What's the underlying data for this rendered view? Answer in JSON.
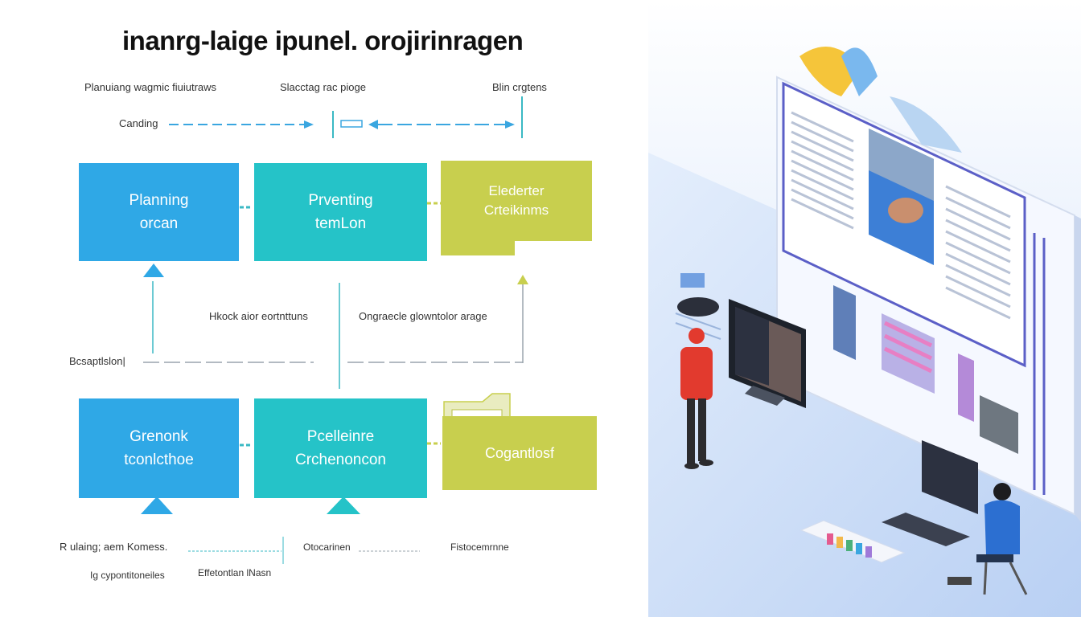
{
  "title": "inanrg-laige ipunel. orojirinragen",
  "top_labels": {
    "left": "Planuiang wagmic fiuiutraws",
    "middle": "Slacctag rac pioge",
    "right": "Blin crgtens",
    "row": "Canding"
  },
  "boxes": {
    "top_blue": {
      "line1": "Planning",
      "line2": "orcan"
    },
    "top_teal": {
      "line1": "Prventing",
      "line2": "temLon"
    },
    "top_yellow": {
      "line1": "Elederter",
      "line2": "Crteikinms"
    },
    "bottom_blue": {
      "line1": "Grenonk",
      "line2": "tconlcthoe"
    },
    "bottom_teal": {
      "line1": "Pcelleinre",
      "line2": "Crchenoncon"
    },
    "bottom_yellow": {
      "line1": "Cogantlosf",
      "line2": ""
    }
  },
  "mid_labels": {
    "left": "Hkock aior eortnttuns",
    "right": "Ongraecle glowntolor arage",
    "side": "Bcsaptlslon|"
  },
  "bottom_labels": {
    "l1": "R ulaing; aem Komess.",
    "l2": "Ig cypontitoneiles",
    "l3": "Effetontlan lNasn",
    "l4": "Otocarinen",
    "l5": "Fistocemrnne"
  },
  "colors": {
    "blue": "#2fa8e6",
    "teal": "#25c3c8",
    "yellow": "#c8cf4e",
    "line_teal": "#3ab9c4",
    "line_gray": "#9aa4ad",
    "arrow_blue": "#3aa6e0",
    "scene_bg": "#dbe8fa",
    "accent_purple": "#5b5fc7",
    "person_red": "#e23a2e",
    "person_blue": "#2c6fd1"
  },
  "icons": [
    "monitor-icon",
    "person-icon",
    "chart-icon"
  ]
}
